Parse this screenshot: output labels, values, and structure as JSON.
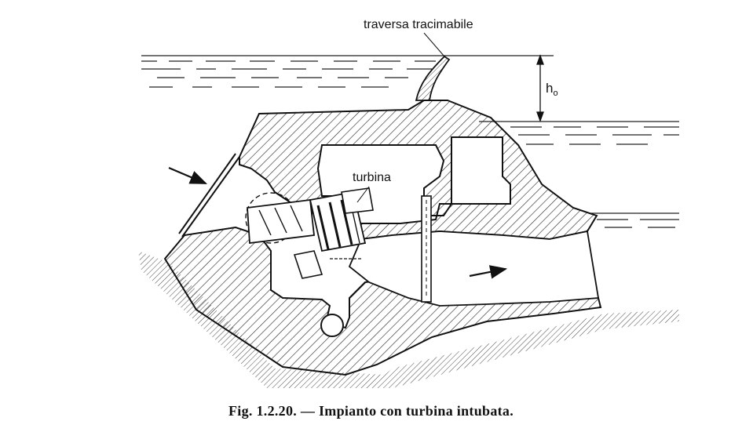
{
  "labels": {
    "weir": "traversa tracimabile",
    "turbine": "turbina",
    "head_symbol": "h",
    "head_subscript": "o"
  },
  "caption": "Fig. 1.2.20. — Impianto con turbina intubata."
}
